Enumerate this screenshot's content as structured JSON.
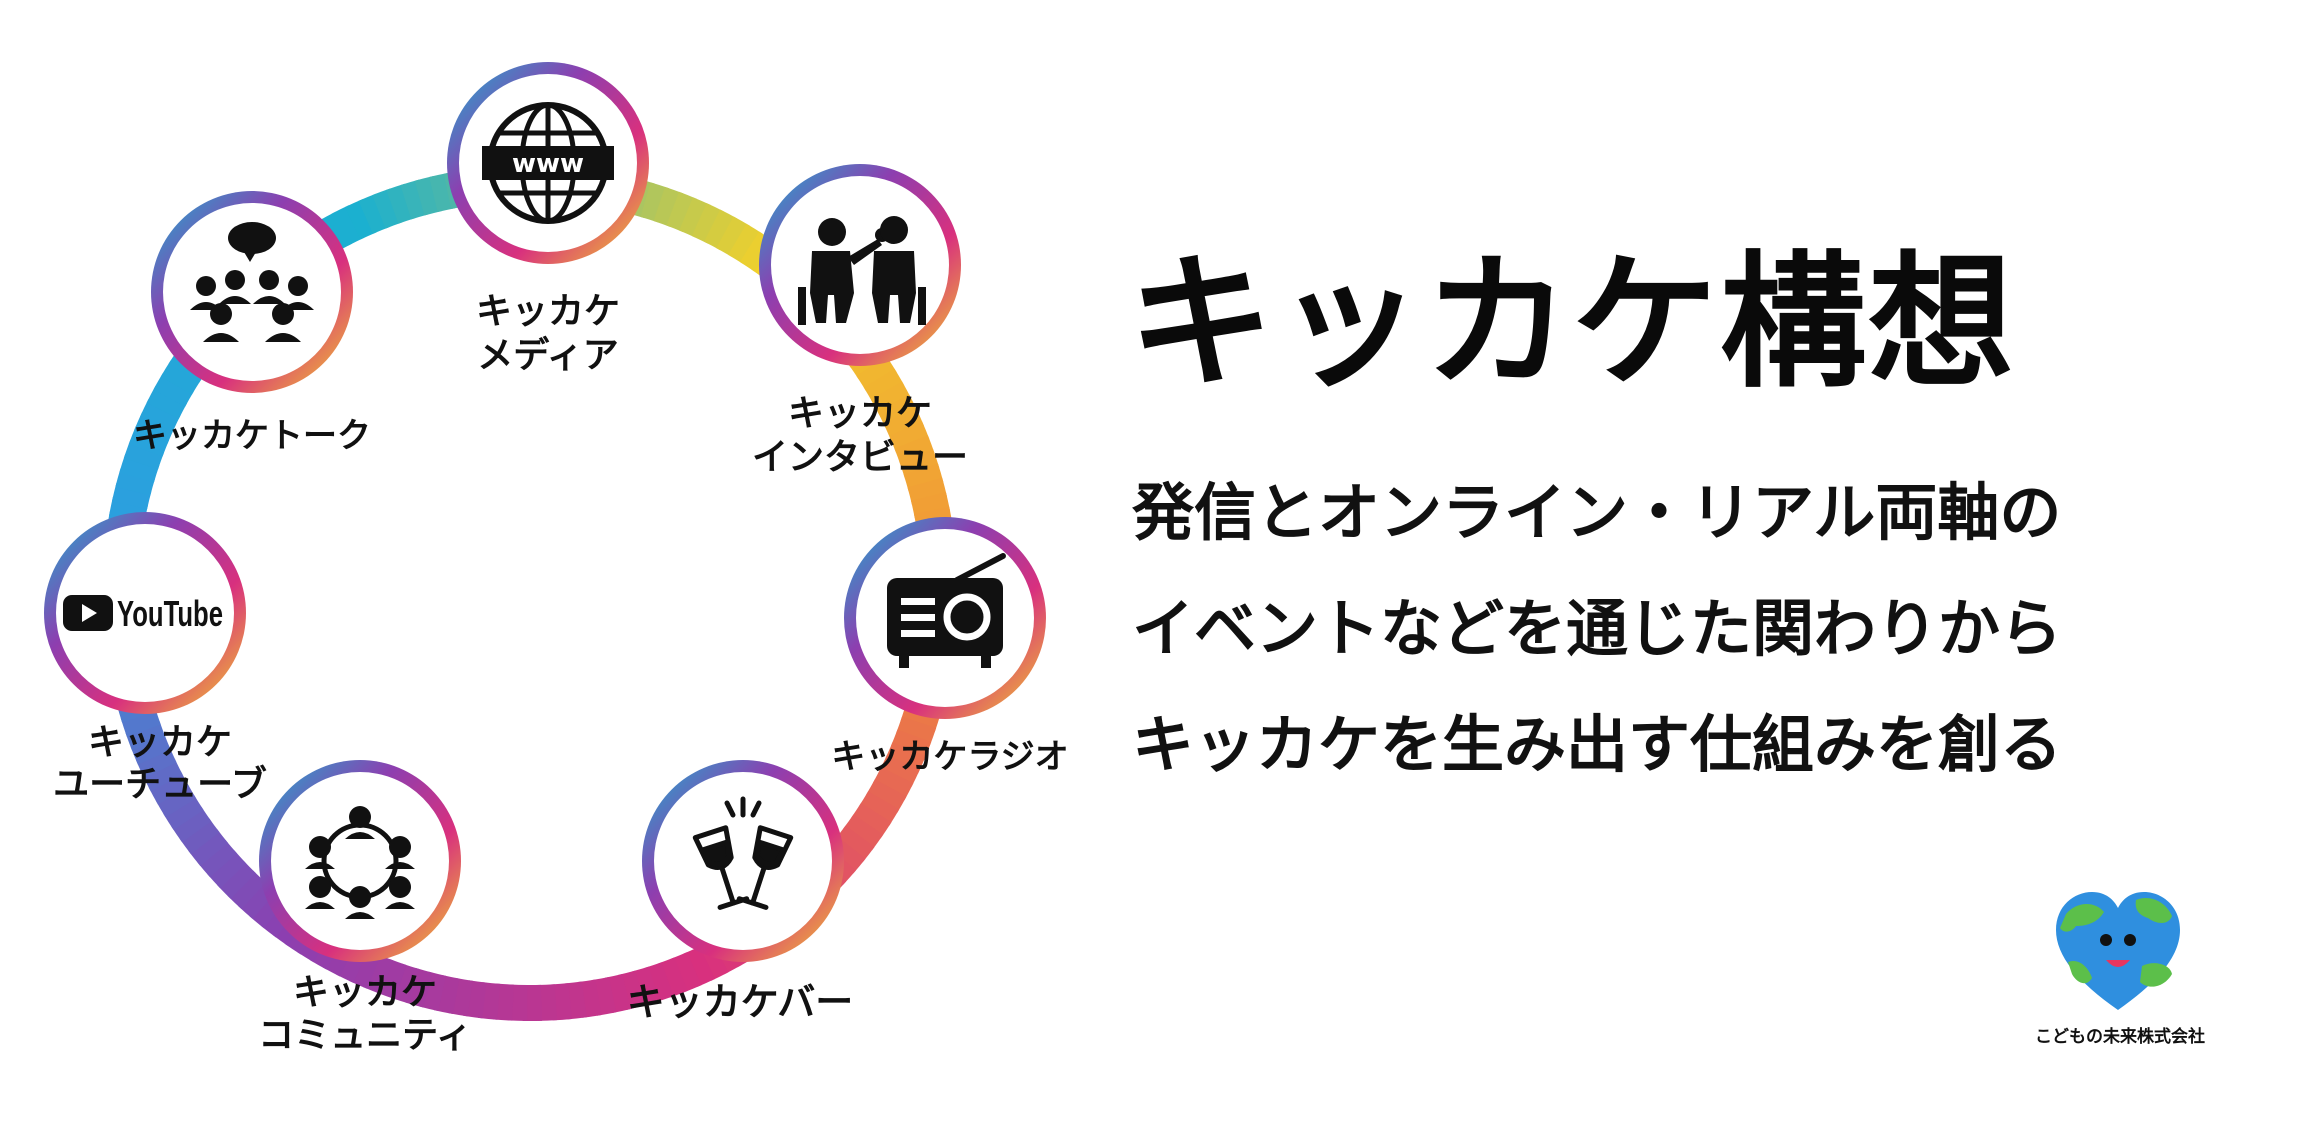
{
  "palette": {
    "ring": [
      "#f2d02a",
      "#f08a3a",
      "#d8307e",
      "#8c3fb0",
      "#2d9ee0",
      "#1bb0d0"
    ],
    "icon": "#111111",
    "text": "#111111",
    "background": "#ffffff"
  },
  "nodes": [
    {
      "id": "media",
      "icon": "globe-www-icon",
      "label_lines": [
        "キッカケ",
        "メディア"
      ],
      "icon_text": "www"
    },
    {
      "id": "interview",
      "icon": "interview-people-icon",
      "label_lines": [
        "キッカケ",
        "インタビュー"
      ]
    },
    {
      "id": "radio",
      "icon": "radio-icon",
      "label_lines": [
        "キッカケラジオ"
      ]
    },
    {
      "id": "bar",
      "icon": "champagne-glasses-icon",
      "label_lines": [
        "キッカケバー"
      ]
    },
    {
      "id": "community",
      "icon": "community-network-icon",
      "label_lines": [
        "キッカケ",
        "コミュニティ"
      ]
    },
    {
      "id": "youtube",
      "icon": "youtube-logo-icon",
      "label_lines": [
        "キッカケ",
        "ユーチューブ"
      ],
      "icon_text": "YouTube"
    },
    {
      "id": "talk",
      "icon": "talk-audience-icon",
      "label_lines": [
        "キッカケトーク"
      ]
    }
  ],
  "title": "キッカケ構想",
  "description_lines": [
    "発信とオンライン・リアル両軸の",
    "イベントなどを通じた関わりから",
    "キッカケを生み出す仕組みを創る"
  ],
  "company": {
    "name": "こどもの未来株式会社",
    "logo": "heart-earth-logo"
  }
}
